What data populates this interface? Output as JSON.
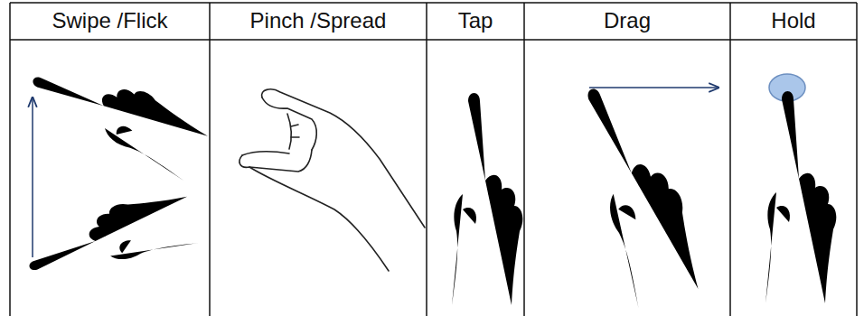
{
  "diagram": {
    "labels": [
      "Swipe /Flick",
      "Pinch /Spread",
      "Tap",
      "Drag",
      "Hold"
    ]
  }
}
